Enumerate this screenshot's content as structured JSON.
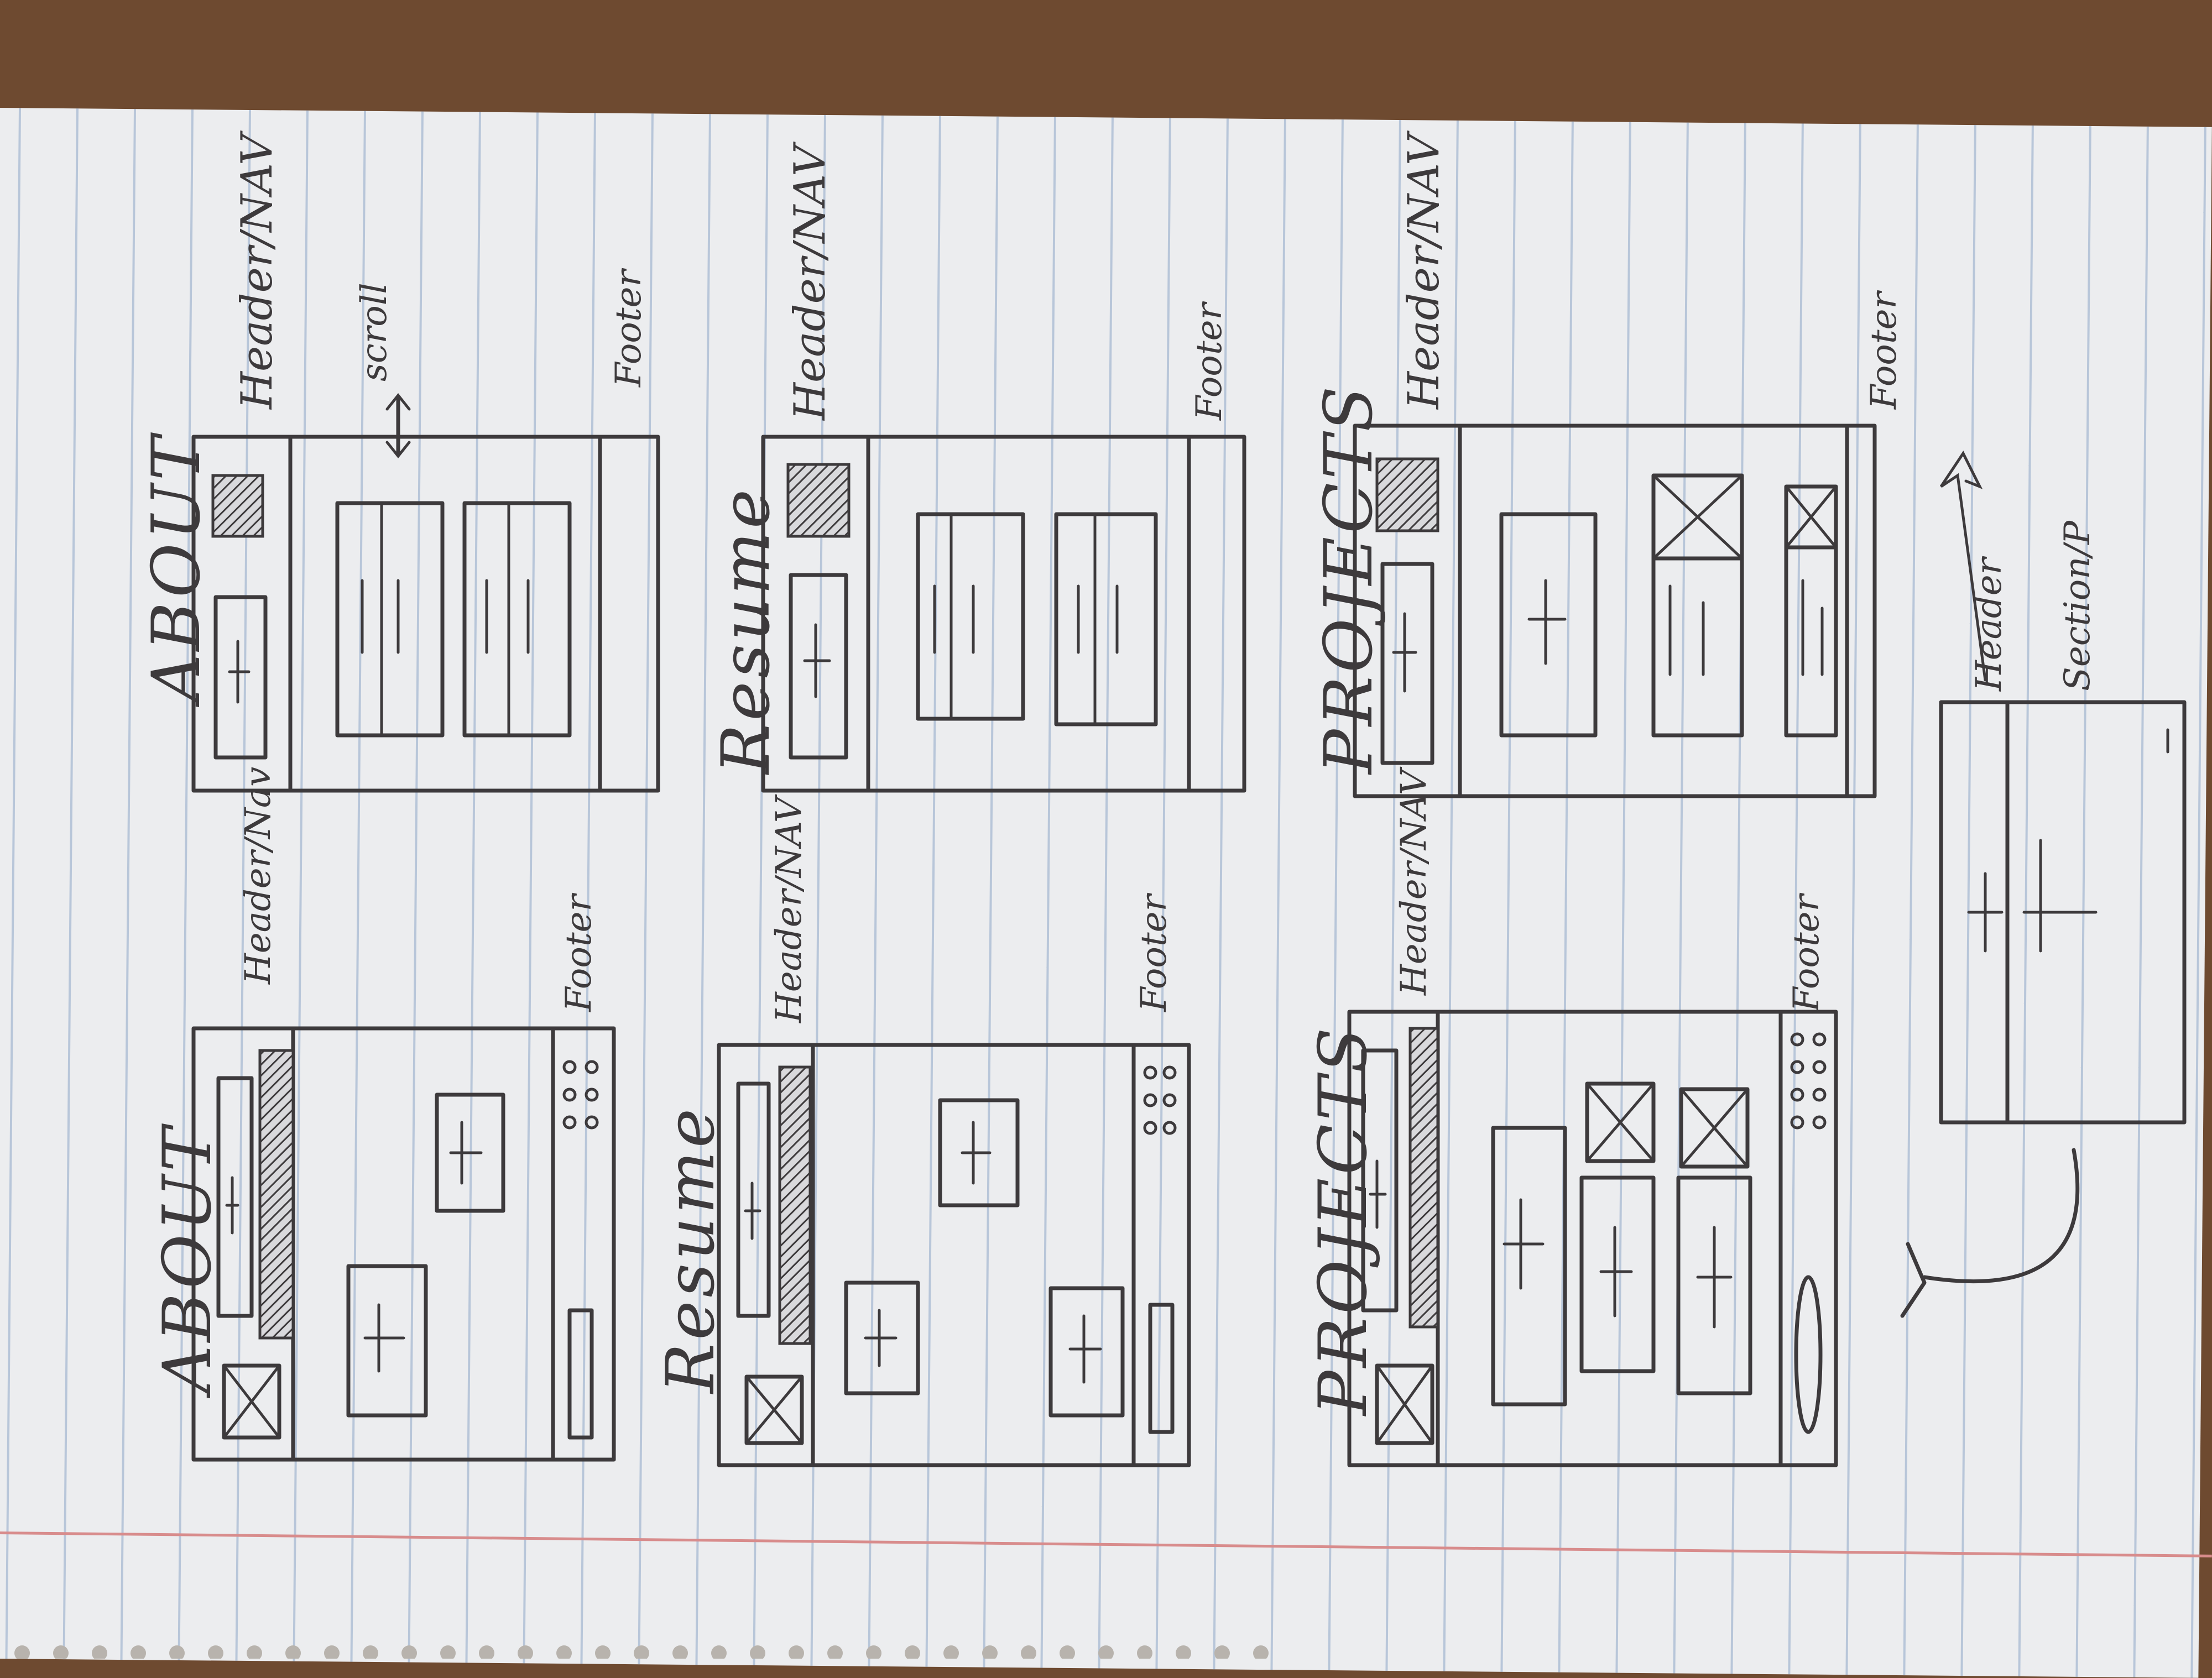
{
  "sketches": [
    {
      "page": "about",
      "variant": "mobile",
      "title": "ABOUT",
      "header": "Header/Nav",
      "footer": "Footer"
    },
    {
      "page": "about",
      "variant": "desktop",
      "title": "ABOUT",
      "header": "Header/NAV",
      "footer": "Footer",
      "note": "scroll"
    },
    {
      "page": "resume",
      "variant": "mobile",
      "title": "Resume",
      "header": "Header/NAV",
      "footer": "Footer"
    },
    {
      "page": "resume",
      "variant": "desktop",
      "title": "Resume",
      "header": "Header/NAV",
      "footer": "Footer"
    },
    {
      "page": "projects",
      "variant": "mobile",
      "title": "PROJECTS",
      "header": "Header/NAV",
      "footer": "Footer"
    },
    {
      "page": "projects",
      "variant": "desktop",
      "title": "PROJECTS",
      "header": "Header/NAV",
      "footer": "Footer"
    }
  ],
  "legend": {
    "header_label": "Header",
    "section_label": "Section/P"
  }
}
